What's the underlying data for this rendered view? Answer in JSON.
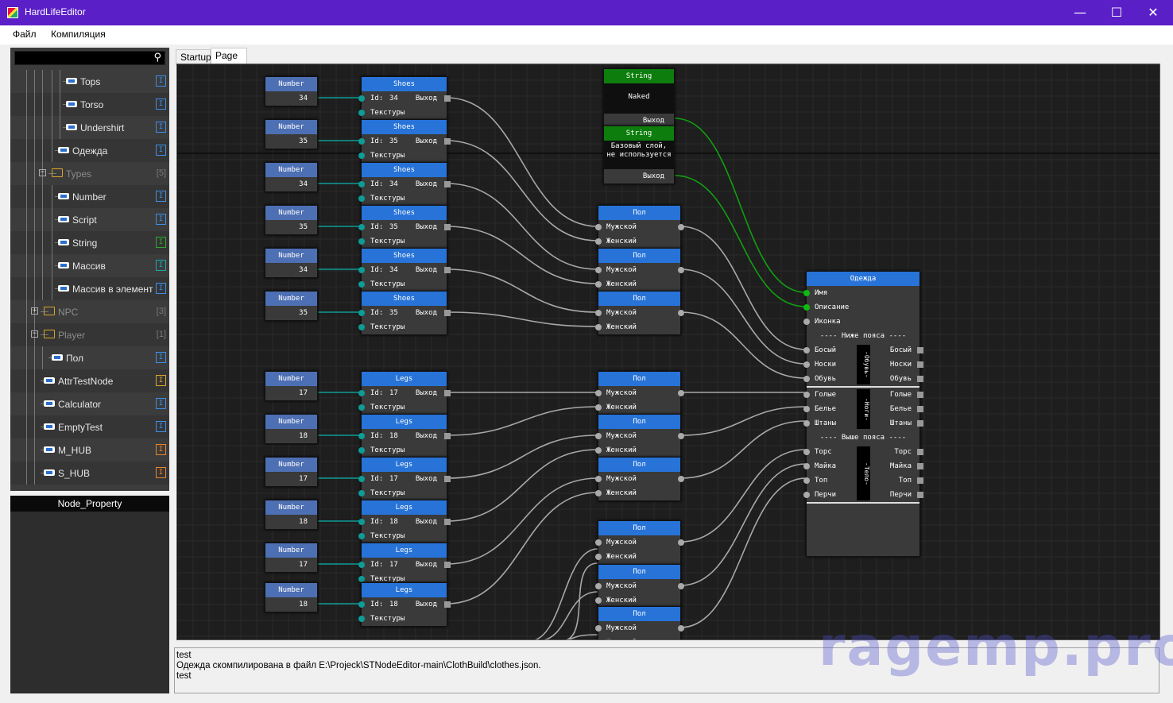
{
  "window": {
    "title": "HardLifeEditor",
    "min": "—",
    "max": "☐",
    "close": "✕"
  },
  "menu": {
    "file": "Файл",
    "compile": "Компиляция"
  },
  "search": {
    "icon": "search-icon",
    "glyph": "⚲",
    "value": ""
  },
  "tree": [
    {
      "label": "Tops",
      "badge": "I",
      "color": "#3d8ee8"
    },
    {
      "label": "Torso",
      "badge": "I",
      "color": "#3d8ee8"
    },
    {
      "label": "Undershirt",
      "badge": "I",
      "color": "#3d8ee8"
    },
    {
      "label": "Одежда",
      "badge": "I",
      "color": "#3d8ee8"
    },
    {
      "label": "Types",
      "count": "[5]"
    },
    {
      "label": "Number",
      "badge": "I",
      "color": "#3d8ee8"
    },
    {
      "label": "Script",
      "badge": "I",
      "color": "#3d8ee8"
    },
    {
      "label": "String",
      "badge": "I",
      "color": "#2ea82e"
    },
    {
      "label": "Массив",
      "badge": "I",
      "color": "#1ea7a7"
    },
    {
      "label": "Массив в элемент",
      "badge": "I",
      "color": "#3d8ee8"
    },
    {
      "label": "NPC",
      "count": "[3]"
    },
    {
      "label": "Player",
      "count": "[1]"
    },
    {
      "label": "Пол",
      "badge": "I",
      "color": "#3d8ee8"
    },
    {
      "label": "AttrTestNode",
      "badge": "I",
      "color": "#d6a52a"
    },
    {
      "label": "Calculator",
      "badge": "I",
      "color": "#3d8ee8"
    },
    {
      "label": "EmptyTest",
      "badge": "I",
      "color": "#3d8ee8"
    },
    {
      "label": "M_HUB",
      "badge": "I",
      "color": "#e8862a"
    },
    {
      "label": "S_HUB",
      "badge": "I",
      "color": "#e8862a"
    }
  ],
  "property_panel": {
    "title": "Node_Property"
  },
  "tabs": [
    "Startup",
    "Page"
  ],
  "graph": {
    "number_title": "Number",
    "output_label": "Выход",
    "textures_label": "Текстуры",
    "id_prefix": "Id:",
    "shoes_title": "Shoes",
    "legs_title": "Legs",
    "pol_title": "Пол",
    "male": "Мужской",
    "female": "Женский",
    "numbers_top": [
      "34",
      "35",
      "34",
      "35",
      "34",
      "35"
    ],
    "numbers_bottom": [
      "17",
      "18",
      "17",
      "18",
      "17",
      "18"
    ],
    "string_nodes": [
      {
        "title": "String",
        "text": "Naked",
        "out": "Выход"
      },
      {
        "title": "String",
        "text": "Базовый слой, не используется",
        "out": "Выход"
      }
    ],
    "clothes": {
      "title": "Одежда",
      "inputs": [
        "Имя",
        "Описание",
        "Иконка"
      ],
      "below_waist": "---- Ниже пояса ----",
      "above_waist": "---- Выше пояса ----",
      "rows_shoes": [
        "Босый",
        "Носки",
        "Обувь"
      ],
      "rows_legs": [
        "Голые",
        "Белье",
        "Штаны"
      ],
      "rows_body": [
        "Торс",
        "Майка",
        "Топ",
        "Перчи"
      ],
      "group_shoes": "-Обувь-",
      "group_legs": "-Ноги-",
      "group_body": "-Тело-"
    }
  },
  "console": {
    "lines": [
      "test",
      "Одежда скомпилирована в файл E:\\Projeck\\STNodeEditor-main\\ClothBuild\\clothes.json.",
      "test"
    ]
  },
  "watermark": "ragemp.pro"
}
